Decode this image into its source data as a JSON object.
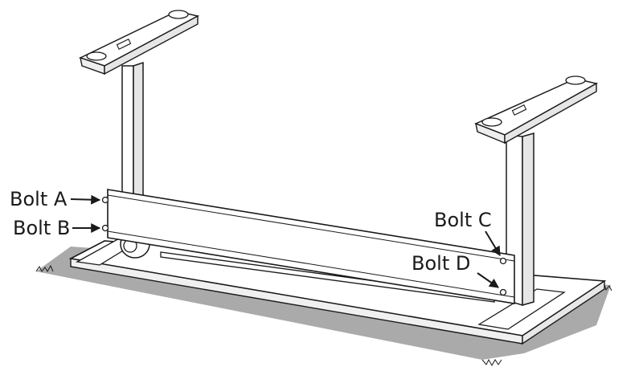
{
  "callouts": [
    {
      "id": "a",
      "label": "Bolt A"
    },
    {
      "id": "b",
      "label": "Bolt B"
    },
    {
      "id": "c",
      "label": "Bolt C"
    },
    {
      "id": "d",
      "label": "Bolt D"
    }
  ],
  "colors": {
    "line": "#1a1a1a",
    "shadow": "#aaaaaa",
    "desktop": "#ffffff",
    "metal": "#ffffff",
    "metal_shade": "#e6e6e6"
  }
}
